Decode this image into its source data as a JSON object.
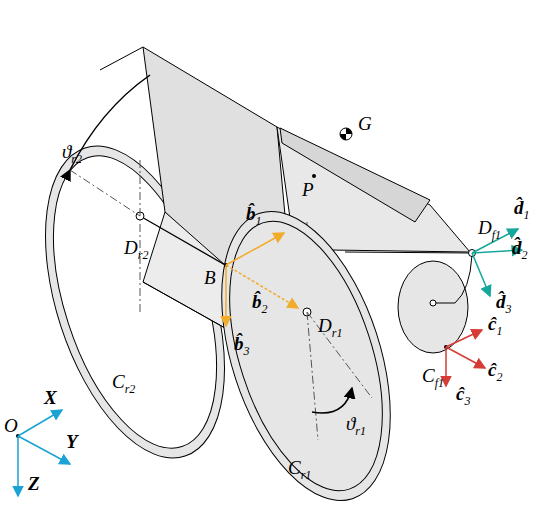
{
  "diagram": {
    "labels": [
      "ϑr2",
      "Dr2",
      "b̂1",
      "B",
      "b̂2",
      "b̂3",
      "Dr1",
      "Cr2",
      "Cr1",
      "ϑr1",
      "G",
      "P",
      "Df1",
      "d̂1",
      "d̂2",
      "d̂3",
      "ĉ1",
      "ĉ2",
      "ĉ3",
      "Cf1",
      "O",
      "X",
      "Y",
      "Z"
    ]
  }
}
